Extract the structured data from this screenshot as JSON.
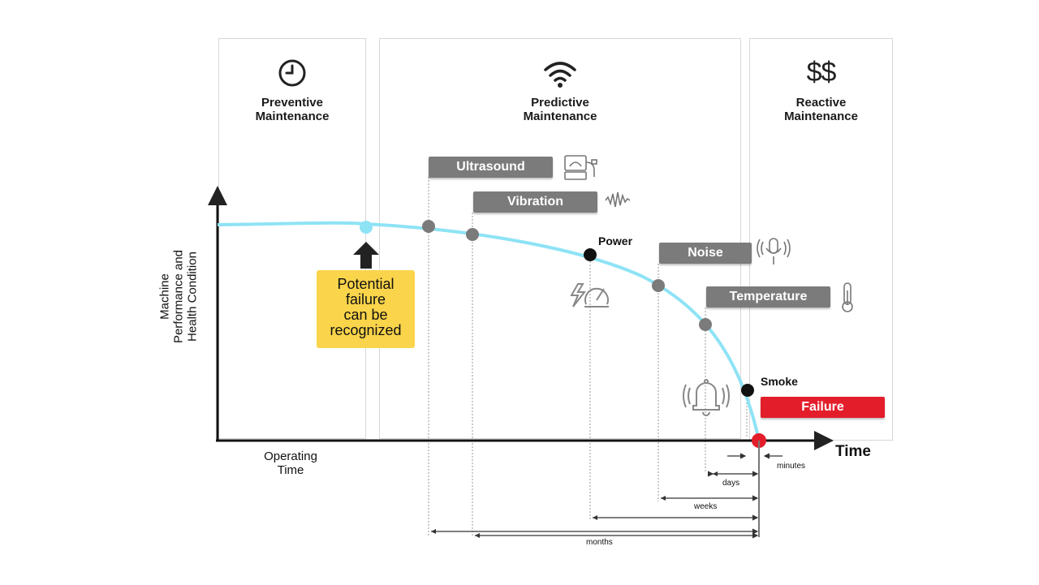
{
  "panels": [
    {
      "id": "preventive",
      "icon": "clock-icon",
      "title_line1": "Preventive",
      "title_line2": "Maintenance"
    },
    {
      "id": "predictive",
      "icon": "wifi-icon",
      "title_line1": "Predictive",
      "title_line2": "Maintenance"
    },
    {
      "id": "reactive",
      "icon": "dollar-icon",
      "icon_text": "$$",
      "title_line1": "Reactive",
      "title_line2": "Maintenance"
    }
  ],
  "axes": {
    "y_label_line1": "Machine",
    "y_label_line2": "Performance and",
    "y_label_line3": "Health Condition",
    "x_label": "Time",
    "x_start_line1": "Operating",
    "x_start_line2": "Time"
  },
  "callout": {
    "line1": "Potential",
    "line2": "failure",
    "line3": "can be",
    "line4": "recognized"
  },
  "indicators": [
    {
      "label": "Ultrasound",
      "icon": "ultrasound-device-icon",
      "point": "gray"
    },
    {
      "label": "Vibration",
      "icon": "vibration-wave-icon",
      "point": "gray"
    },
    {
      "label": "Power",
      "icon": "power-gauge-icon",
      "point": "black"
    },
    {
      "label": "Noise",
      "icon": "microphone-icon",
      "point": "gray"
    },
    {
      "label": "Temperature",
      "icon": "thermometer-icon",
      "point": "gray"
    },
    {
      "label": "Smoke",
      "icon": "alarm-bell-icon",
      "point": "black"
    }
  ],
  "failure": {
    "label": "Failure",
    "color": "#e31e2a"
  },
  "intervals": {
    "minutes": "minutes",
    "days": "days",
    "weeks": "weeks",
    "months": "months"
  },
  "colors": {
    "curve": "#8ee3f5",
    "tag_gray": "#7b7b7b",
    "callout_yellow": "#fad44a",
    "failure_red": "#e31e2a"
  }
}
